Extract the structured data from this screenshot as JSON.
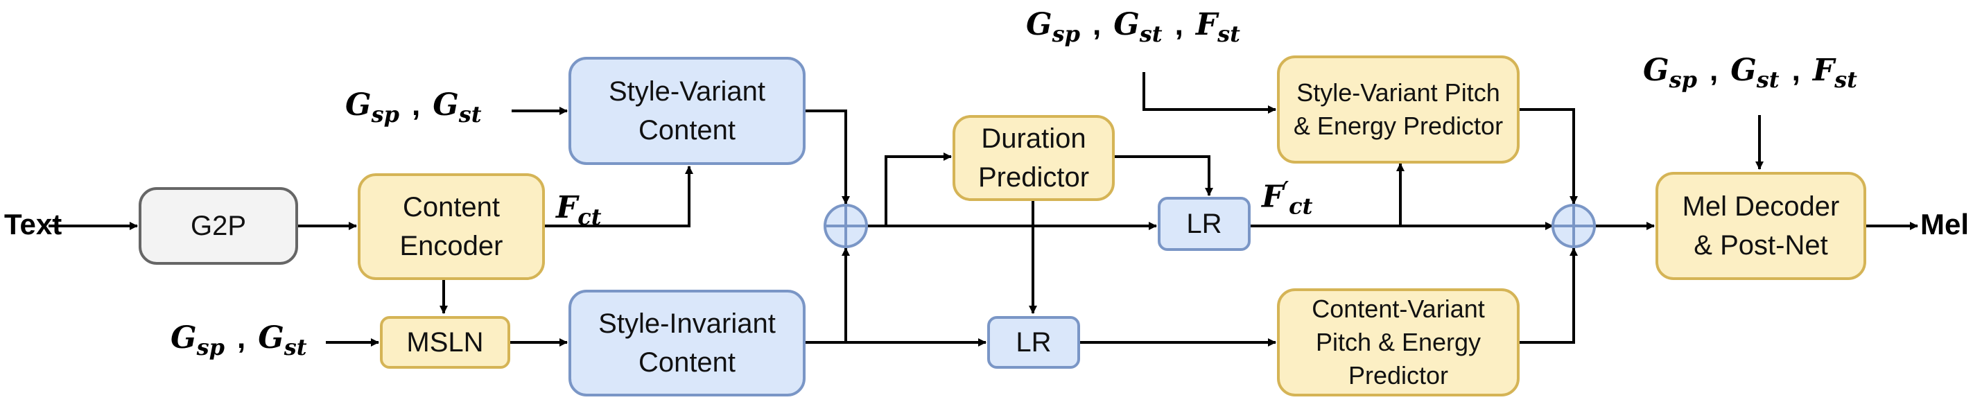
{
  "inputs": {
    "text": "Text",
    "output": "Mel"
  },
  "blocks": {
    "g2p": "G2P",
    "content_encoder": "Content Encoder",
    "msln": "MSLN",
    "style_variant_content": "Style-Variant Content",
    "style_invariant_content": "Style-Invariant Content",
    "duration_predictor": "Duration Predictor",
    "lr_top": "LR",
    "lr_bottom": "LR",
    "sv_pitch_energy": "Style-Variant Pitch & Energy Predictor",
    "cv_pitch_energy": "Content-Variant Pitch & Energy Predictor",
    "mel_decoder": "Mel Decoder & Post-Net"
  },
  "symbols": {
    "G": "G",
    "F": "F",
    "sp": "sp",
    "st": "st",
    "ct": "ct",
    "prime": "′",
    "sep": ","
  },
  "colors": {
    "gray_fill": "#f3f3f3",
    "gray_border": "#666666",
    "yellow_fill": "#fcefc4",
    "yellow_border": "#d5b456",
    "blue_fill": "#dae7fa",
    "blue_border": "#7a96c6",
    "sum_fill": "#dae7fa",
    "sum_border": "#7a96c6",
    "line": "#000000"
  }
}
